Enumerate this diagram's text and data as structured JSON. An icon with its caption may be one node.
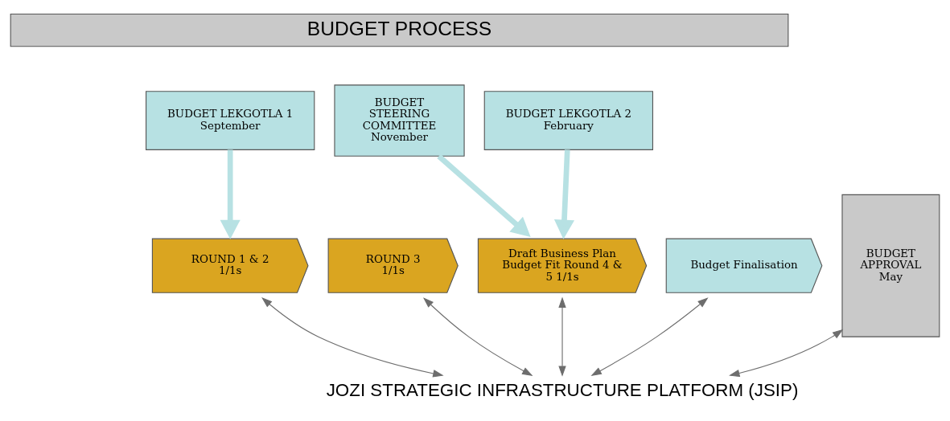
{
  "diagram": {
    "nodes": [
      {
        "text": [
          "BUDGET PROCESS"
        ]
      },
      {
        "text": [
          "BUDGET LEKGOTLA 1",
          "September"
        ]
      },
      {
        "text": [
          "BUDGET STEERING COMMITTEE",
          "November"
        ]
      },
      {
        "text": [
          "BUDGET LEKGOTLA 2",
          "February"
        ]
      },
      {
        "text": [
          "ROUND 1 & 2 1/1s"
        ]
      },
      {
        "text": [
          "ROUND 3 1/1s"
        ]
      },
      {
        "text": [
          "Draft Business Plan Budget Fit Round 4 & 5 1/1s"
        ]
      },
      {
        "text": [
          "Budget Finalisation"
        ]
      },
      {
        "text": [
          "BUDGET APPROVAL May"
        ]
      },
      {
        "text": [
          "JOZI STRATEGIC INFRASTRUCTURE PLATFORM (JSIP)"
        ]
      }
    ],
    "edges": [
      {
        "from": 1,
        "to": 4,
        "arrow": "to",
        "style": "thick",
        "color": "#b7e1e3"
      },
      {
        "from": 2,
        "to": 6,
        "arrow": "to",
        "style": "thick",
        "color": "#b7e1e3"
      },
      {
        "from": 3,
        "to": 6,
        "arrow": "to",
        "style": "thick",
        "color": "#b7e1e3"
      },
      {
        "from": 4,
        "to": 9,
        "arrow": "both"
      },
      {
        "from": 5,
        "to": 9,
        "arrow": "both"
      },
      {
        "from": 6,
        "to": 9,
        "arrow": "both"
      },
      {
        "from": 7,
        "to": 9,
        "arrow": "both"
      },
      {
        "from": 8,
        "to": 9,
        "arrow": "both"
      }
    ]
  }
}
